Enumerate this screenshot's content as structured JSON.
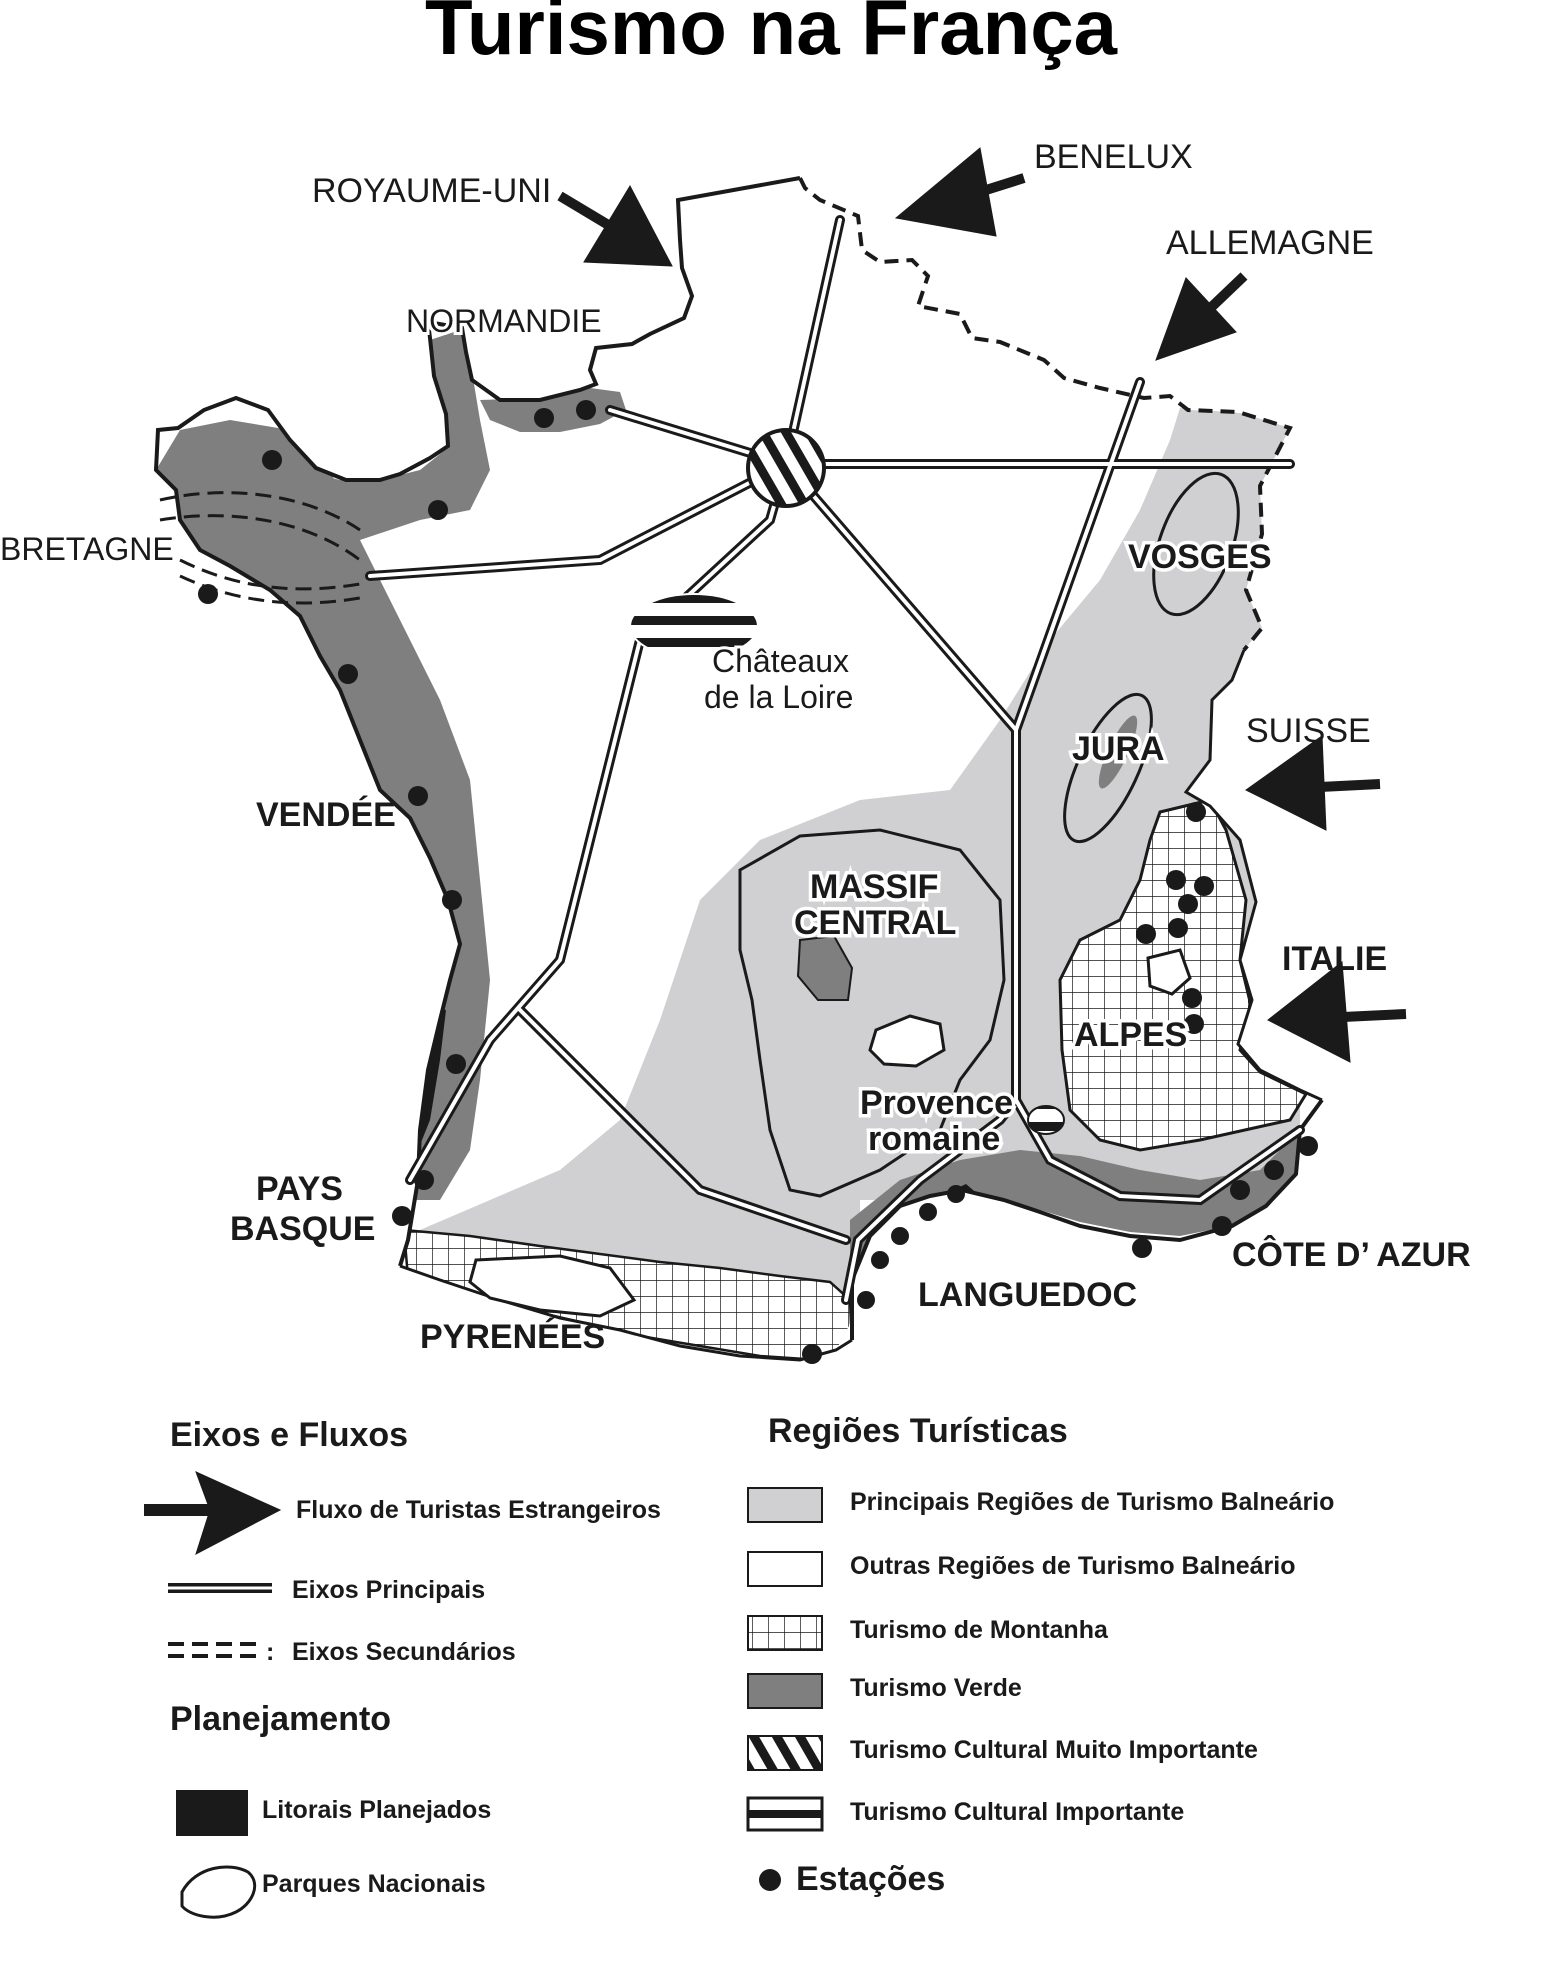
{
  "title": "Turismo na França",
  "colors": {
    "ink": "#1a1a1a",
    "main_balneario": "#d0d0d2",
    "green_tourism": "#7f7f7f",
    "paper": "#ffffff"
  },
  "countries": {
    "uk": "ROYAUME-UNI",
    "benelux": "BENELUX",
    "germany": "ALLEMAGNE",
    "switzerland": "SUISSE",
    "italy": "ITALIE"
  },
  "regions": {
    "normandie": "NORMANDIE",
    "bretagne": "BRETAGNE",
    "vendee": "VENDÉE",
    "pays_basque_1": "PAYS",
    "pays_basque_2": "BASQUE",
    "pyrenees": "PYRENÉES",
    "languedoc": "LANGUEDOC",
    "cote_azur": "CÔTE D’ AZUR",
    "alpes": "ALPES",
    "jura": "JURA",
    "vosges": "VOSGES",
    "massif_1": "MASSIF",
    "massif_2": "CENTRAL",
    "provence_1": "Provence",
    "provence_2": "romaine",
    "chateaux_1": "Châteaux",
    "chateaux_2": "de la Loire"
  },
  "legend": {
    "axes_heading": "Eixos e Fluxos",
    "flow": "Fluxo de Turistas Estrangeiros",
    "main_axes": "Eixos Principais",
    "secondary_axes": "Eixos Secundários",
    "planning_heading": "Planejamento",
    "planned_coasts": "Litorais Planejados",
    "national_parks": "Parques Nacionais",
    "regions_heading": "Regiões Turísticas",
    "main_balneario": "Principais Regiões de Turismo Balneário",
    "other_balneario": "Outras Regiões de Turismo Balneário",
    "mountain": "Turismo de Montanha",
    "green": "Turismo Verde",
    "cultural_very": "Turismo Cultural Muito Importante",
    "cultural": "Turismo Cultural Importante",
    "stations": "Estações"
  },
  "icons": [
    "arrow-icon",
    "station-dot-icon",
    "national-park-icon"
  ]
}
